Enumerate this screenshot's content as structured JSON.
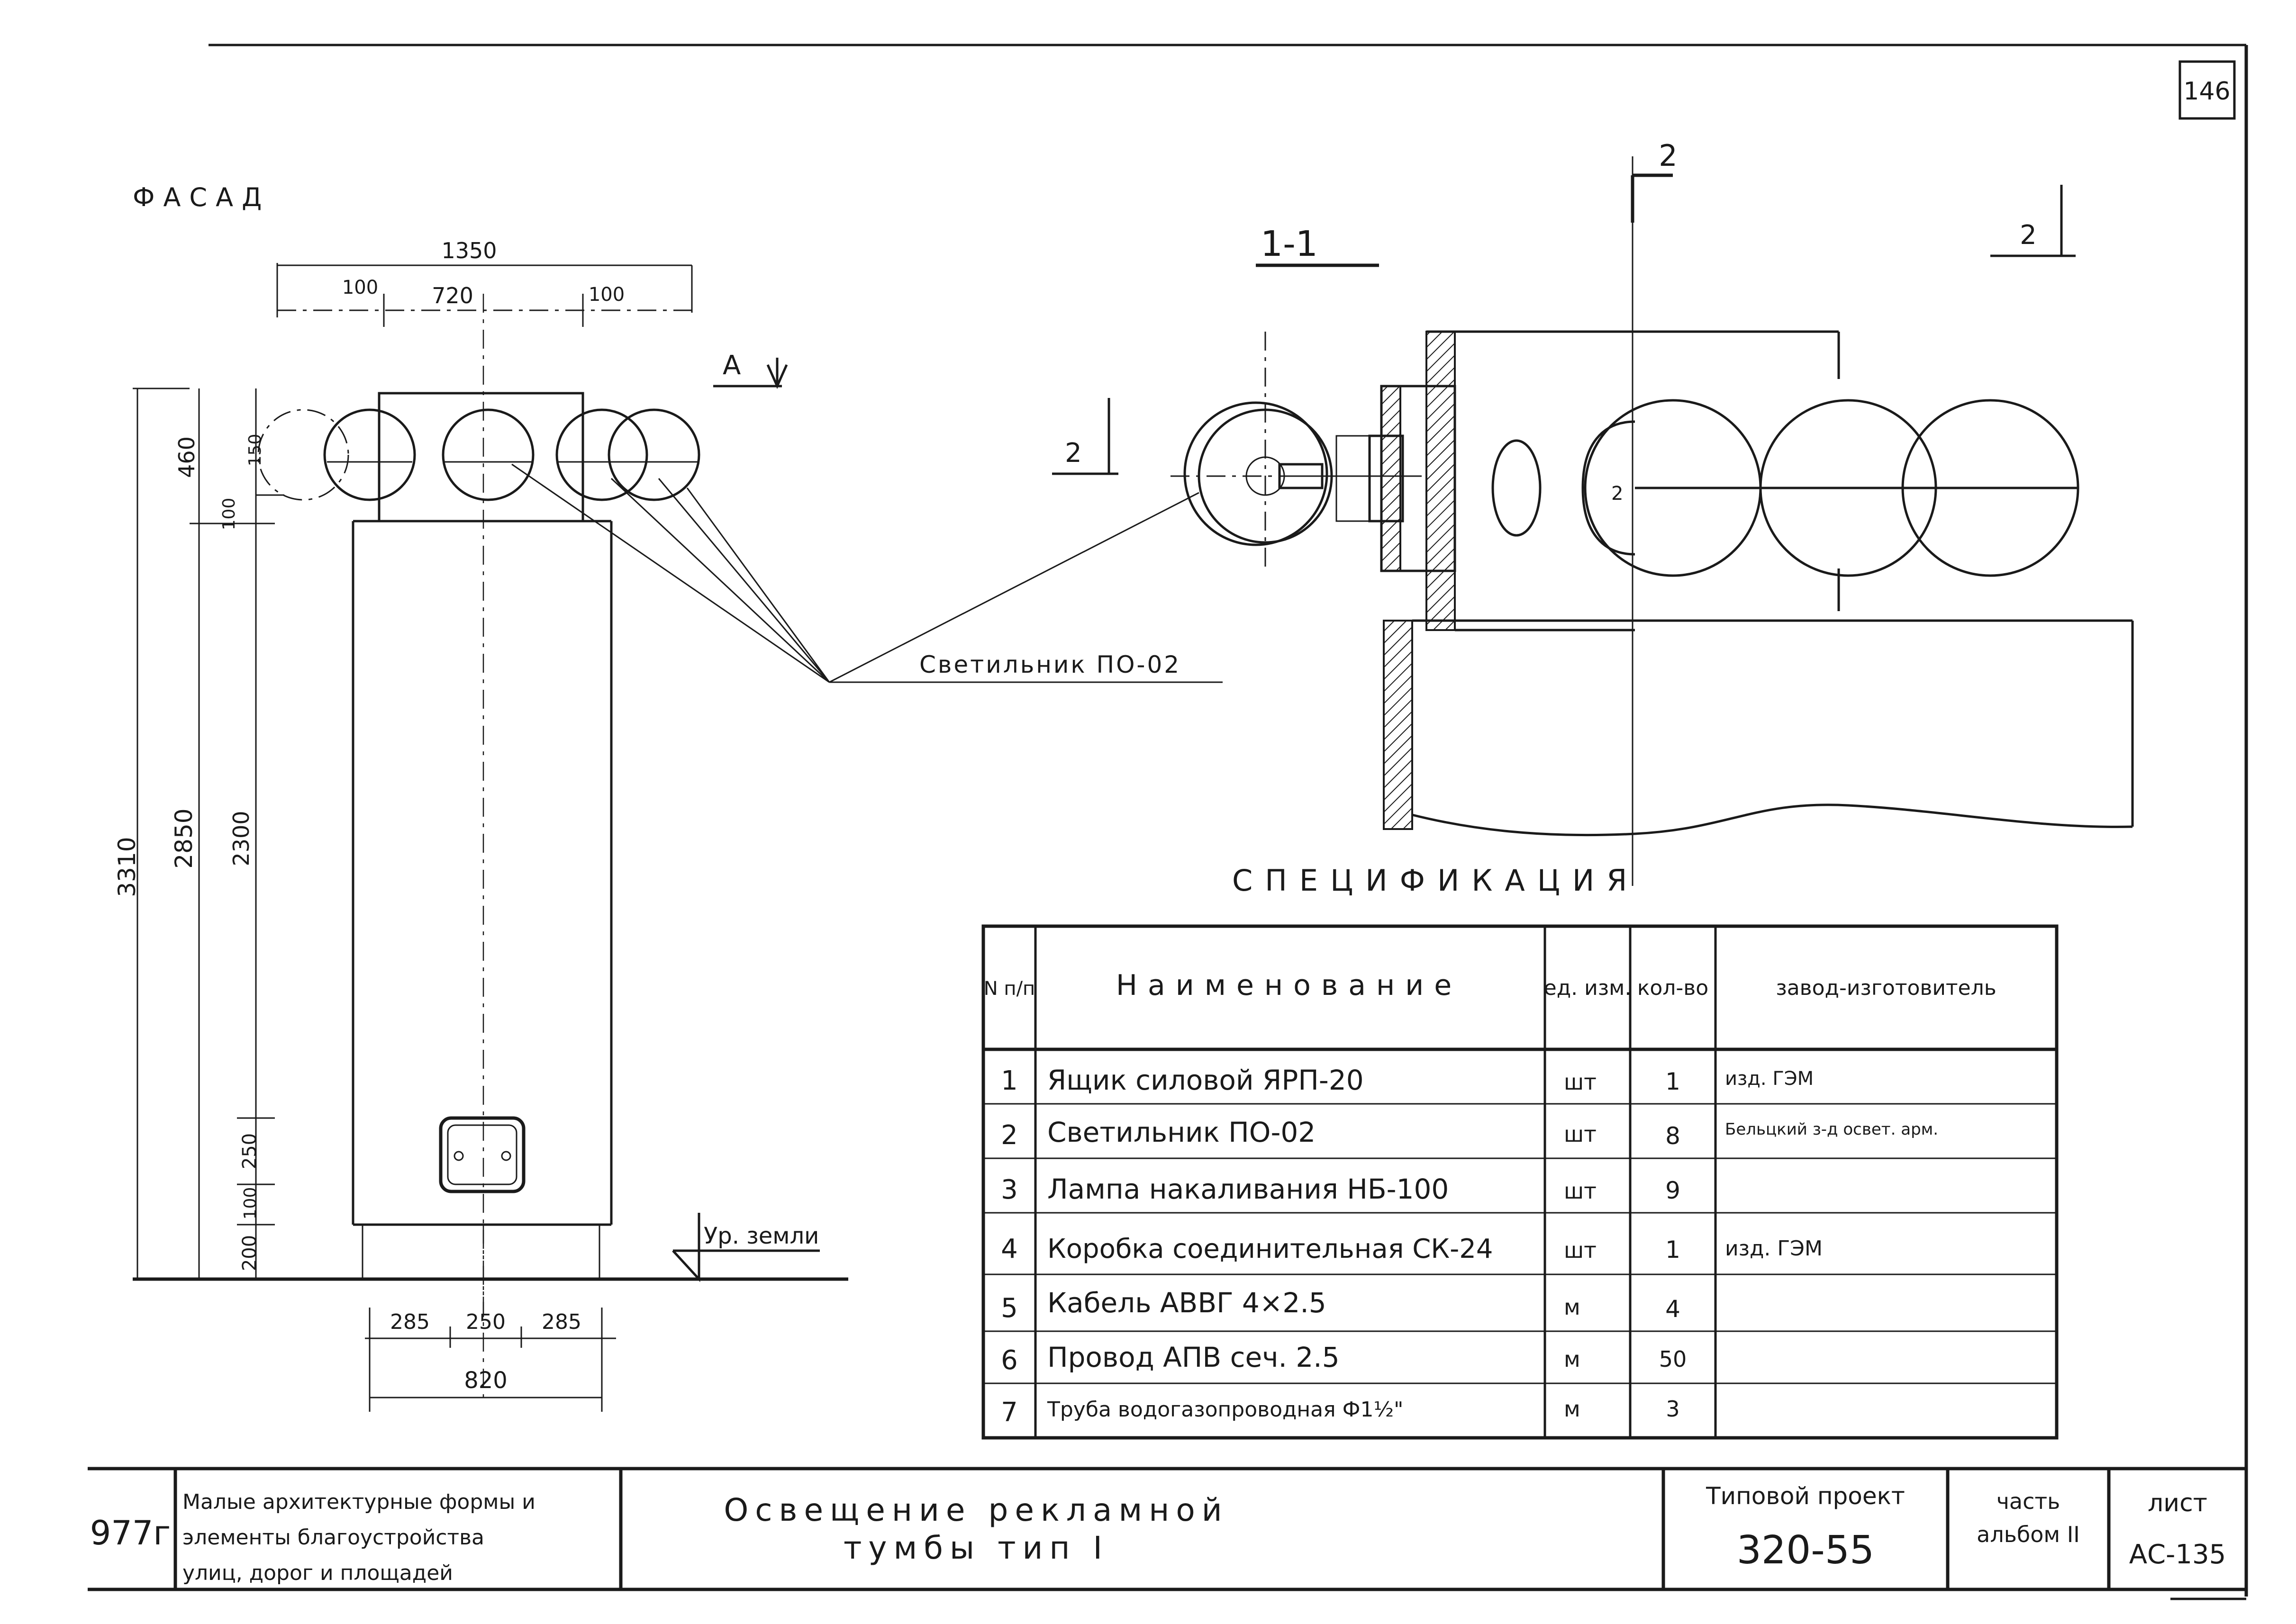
{
  "sheet": {
    "corner_number": "146",
    "view_label": "ФАСАД",
    "section_label": "1-1",
    "section_arrow": "2",
    "view_arrow": "А",
    "ground_label": "Ур. земли",
    "callout_label": "Светильник ПО-02"
  },
  "dimensions": {
    "top_total": "1350",
    "top_left": "100",
    "top_mid": "720",
    "top_right": "100",
    "v_460": "460",
    "v_100_a": "100",
    "v_150": "150",
    "v_3310": "3310",
    "v_2850": "2850",
    "v_2300": "2300",
    "v_250": "250",
    "v_100_b": "100",
    "v_200": "200",
    "bottom_285_left": "285",
    "bottom_250": "250",
    "bottom_285_right": "285",
    "bottom_820": "820"
  },
  "spec": {
    "title": "СПЕЦИФИКАЦИЯ",
    "headers": {
      "num": "N п/п",
      "name": "Наименование",
      "unit": "ед. изм.",
      "qty": "кол-во",
      "maker": "завод-изготовитель"
    },
    "rows": [
      {
        "num": "1",
        "name": "Ящик силовой ЯРП-20",
        "unit": "шт",
        "qty": "1",
        "maker": "изд. ГЭМ"
      },
      {
        "num": "2",
        "name": "Светильник ПО-02",
        "unit": "шт",
        "qty": "8",
        "maker": "Бельцкий з-д освет. арм."
      },
      {
        "num": "3",
        "name": "Лампа накаливания НБ-100",
        "unit": "шт",
        "qty": "9",
        "maker": ""
      },
      {
        "num": "4",
        "name": "Коробка соединительная СК-24",
        "unit": "шт",
        "qty": "1",
        "maker": "изд. ГЭМ"
      },
      {
        "num": "5",
        "name": "Кабель АВВГ 4×2.5",
        "unit": "м",
        "qty": "4",
        "maker": ""
      },
      {
        "num": "6",
        "name": "Провод АПВ сеч. 2.5",
        "unit": "м",
        "qty": "50",
        "maker": ""
      },
      {
        "num": "7",
        "name": "Труба водогазопроводная Ф1½\"",
        "unit": "м",
        "qty": "3",
        "maker": ""
      }
    ]
  },
  "title_block": {
    "code": "977г",
    "series_line1": "Малые архитектурные формы и",
    "series_line2": "элементы благоустройства",
    "series_line3": "улиц, дорог и площадей",
    "title_line1": "Освещение рекламной",
    "title_line2": "тумбы тип I",
    "project_label": "Типовой проект",
    "project_number": "320-55",
    "part_label": "часть",
    "album_label": "альбом II",
    "sheet_label": "лист",
    "sheet_number": "АС-135"
  }
}
